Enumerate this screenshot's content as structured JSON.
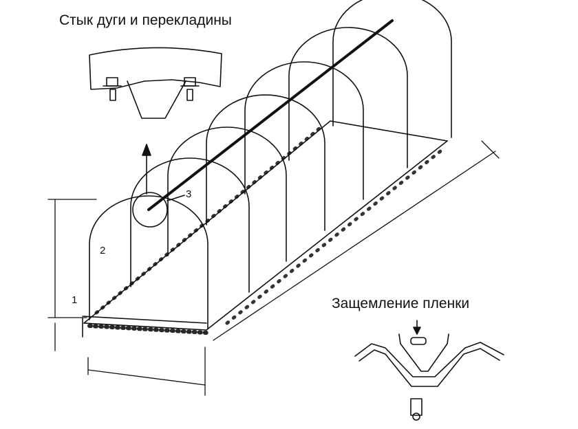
{
  "labels": {
    "joint_title": "Стык дуги и перекладины",
    "clamp_title": "Защемление пленки",
    "part_1": "1",
    "part_2": "2",
    "part_3": "3"
  },
  "colors": {
    "ink": "#111111",
    "background": "#ffffff"
  },
  "parts": [
    {
      "number": "1",
      "meaning": "base board"
    },
    {
      "number": "2",
      "meaning": "arch"
    },
    {
      "number": "3",
      "meaning": "arch and crossbar joint"
    }
  ]
}
